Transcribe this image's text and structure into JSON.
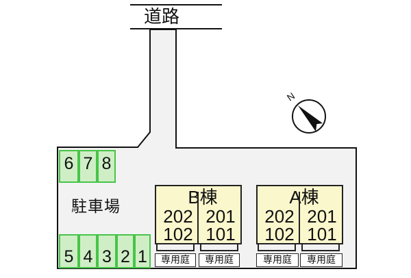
{
  "road": {
    "label": "道路"
  },
  "parking": {
    "label": "駐車場",
    "stalls_top": [
      "6",
      "7",
      "8"
    ],
    "stalls_bottom": [
      "5",
      "4",
      "3",
      "2",
      "1"
    ]
  },
  "buildings": [
    {
      "letter": "B",
      "suffix": "棟",
      "units_left": [
        "202",
        "102"
      ],
      "units_right": [
        "201",
        "101"
      ],
      "gardens": [
        "専用庭",
        "専用庭"
      ]
    },
    {
      "letter": "A",
      "suffix": "棟",
      "units_left": [
        "202",
        "102"
      ],
      "units_right": [
        "201",
        "101"
      ],
      "gardens": [
        "専用庭",
        "専用庭"
      ]
    }
  ],
  "compass": {
    "label": "N"
  },
  "colors": {
    "lot_fill": "#f2f2f2",
    "stall_fill": "#cfeec6",
    "stall_border": "#47c448",
    "building_fill": "#fbf7cc"
  }
}
